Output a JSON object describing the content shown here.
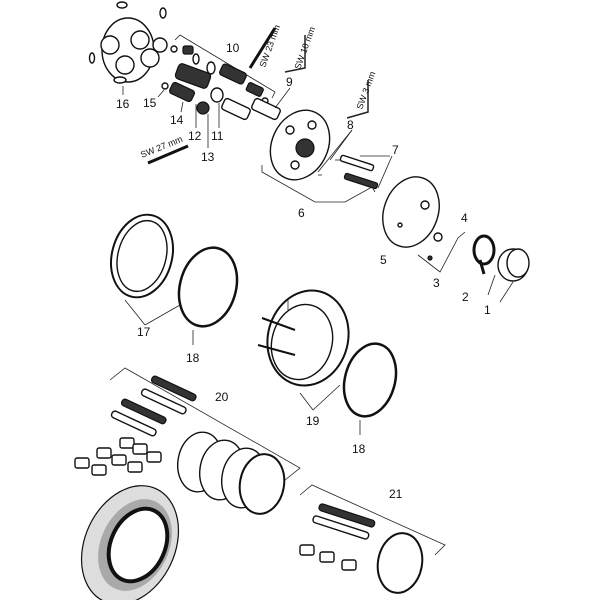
{
  "diagram": {
    "type": "exploded-parts-diagram",
    "part_numbers": [
      "1",
      "2",
      "3",
      "4",
      "5",
      "6",
      "7",
      "8",
      "9",
      "10",
      "11",
      "12",
      "13",
      "14",
      "15",
      "16",
      "17",
      "18",
      "19",
      "20",
      "18",
      "21"
    ],
    "tool_labels": {
      "sw23": "SW 23 mm",
      "sw10": "SW 10 mm",
      "sw3": "SW 3 mm",
      "sw27": "SW 27 mm"
    }
  }
}
